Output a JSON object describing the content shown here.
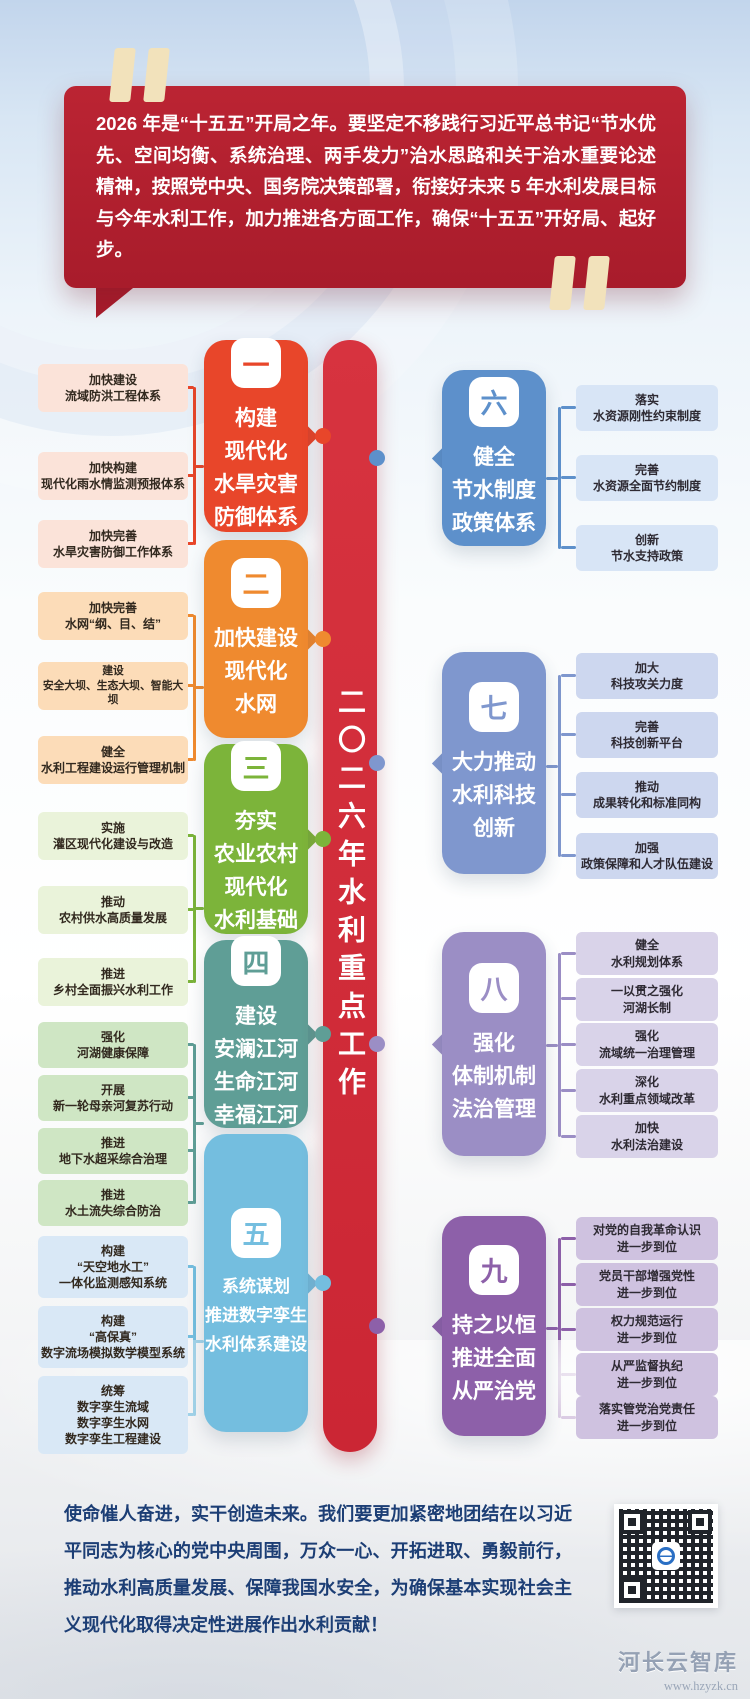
{
  "quote": {
    "text": "2026 年是“十五五”开局之年。要坚定不移践行习近平总书记“节水优先、空间均衡、系统治理、两手发力”治水思路和关于治水重要论述精神，按照党中央、国务院决策部署，衔接好未来 5 年水利发展目标与今年水利工作，加力推进各方面工作，确保“十五五”开好局、起好步。"
  },
  "center_pill": {
    "title": "二〇二六年水利重点工作",
    "color": "#d02e3c"
  },
  "branches": [
    {
      "num": "一",
      "side": "left",
      "color": "#e8462a",
      "item_bg": "#fbe3d9",
      "title": "构建\n现代化\n水旱灾害\n防御体系",
      "items": [
        "加快建设\n流域防洪工程体系",
        "加快构建\n现代化雨水情监测预报体系",
        "加快完善\n水旱灾害防御工作体系"
      ]
    },
    {
      "num": "二",
      "side": "left",
      "color": "#ef8a2f",
      "item_bg": "#fcdcb8",
      "title": "加快建设\n现代化\n水网",
      "items": [
        "加快完善\n水网“纲、目、结”",
        "建设\n安全大坝、生态大坝、智能大坝",
        "健全\n水利工程建设运行管理机制"
      ]
    },
    {
      "num": "三",
      "side": "left",
      "color": "#7cb43a",
      "item_bg": "#eaf3da",
      "title": "夯实\n农业农村\n现代化\n水利基础",
      "items": [
        "实施\n灌区现代化建设与改造",
        "推动\n农村供水高质量发展",
        "推进\n乡村全面振兴水利工作"
      ]
    },
    {
      "num": "四",
      "side": "left",
      "color": "#5f9e96",
      "item_bg": "#cfe6c4",
      "title": "建设\n安澜江河\n生命江河\n幸福江河",
      "items": [
        "强化\n河湖健康保障",
        "开展\n新一轮母亲河复苏行动",
        "推进\n地下水超采综合治理",
        "推进\n水土流失综合防治"
      ]
    },
    {
      "num": "五",
      "side": "left",
      "color": "#74bedf",
      "item_bg": "#d9e8f6",
      "title": "系统谋划\n推进数字孪生\n水利体系建设",
      "items": [
        "构建\n“天空地水工”\n一体化监测感知系统",
        "构建\n“高保真”\n数字流场模拟数学模型系统",
        "统筹\n数字孪生流域\n数字孪生水网\n数字孪生工程建设"
      ]
    },
    {
      "num": "六",
      "side": "right",
      "color": "#5d90cb",
      "item_bg": "#d8e5f6",
      "title": "健全\n节水制度\n政策体系",
      "items": [
        "落实\n水资源刚性约束制度",
        "完善\n水资源全面节约制度",
        "创新\n节水支持政策"
      ]
    },
    {
      "num": "七",
      "side": "right",
      "color": "#7f97ce",
      "item_bg": "#cdd7ef",
      "title": "大力推动\n水利科技\n创新",
      "items": [
        "加大\n科技攻关力度",
        "完善\n科技创新平台",
        "推动\n成果转化和标准同构",
        "加强\n政策保障和人才队伍建设"
      ]
    },
    {
      "num": "八",
      "side": "right",
      "color": "#9b8ec5",
      "item_bg": "#d9d3e9",
      "title": "强化\n体制机制\n法治管理",
      "items": [
        "健全\n水利规划体系",
        "一以贯之强化\n河湖长制",
        "强化\n流域统一治理管理",
        "深化\n水利重点领域改革",
        "加快\n水利法治建设"
      ]
    },
    {
      "num": "九",
      "side": "right",
      "color": "#8d60a9",
      "item_bg": "#cfc2e0",
      "title": "持之以恒\n推进全面\n从严治党",
      "items": [
        "对党的自我革命认识\n进一步到位",
        "党员干部增强党性\n进一步到位",
        "权力规范运行\n进一步到位",
        "从严监督执纪\n进一步到位",
        "落实管党治党责任\n进一步到位"
      ]
    }
  ],
  "footer": {
    "paragraph": "使命催人奋进，实干创造未来。我们要更加紧密地团结在以习近平同志为核心的党中央周围，万众一心、开拓进取、勇毅前行，推动水利高质量发展、保障我国水安全，为确保基本实现社会主义现代化取得决定性进展作出水利贡献！"
  },
  "watermark": {
    "brand": "河长云智库",
    "url": "www.hzyzk.cn"
  },
  "colors": {
    "bubble_red": "#b0202e",
    "pill_red": "#d02e3c",
    "footer_blue": "#1c3e75"
  }
}
